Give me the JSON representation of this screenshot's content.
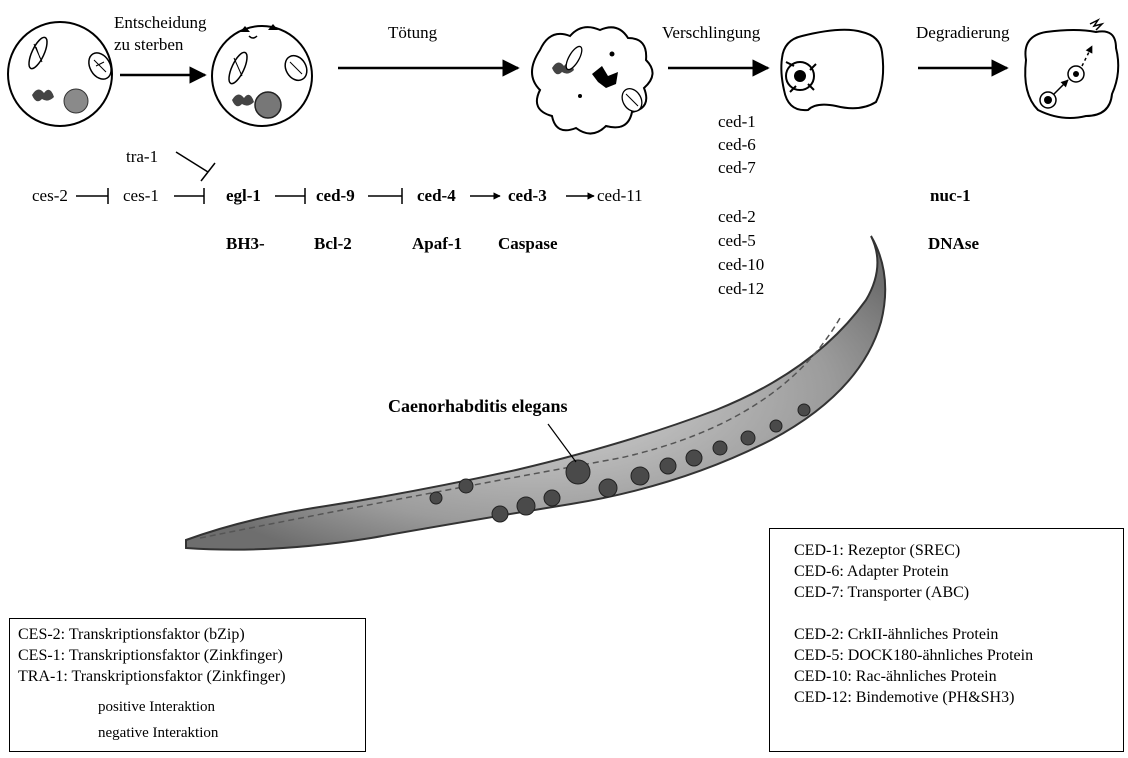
{
  "stages": {
    "decision_line1": "Entscheidung",
    "decision_line2": "zu sterben",
    "killing": "Tötung",
    "engulfment": "Verschlingung",
    "degradation": "Degradierung"
  },
  "pathway": {
    "ces2": "ces-2",
    "ces1": "ces-1",
    "tra1": "tra-1",
    "egl1": "egl-1",
    "ced9": "ced-9",
    "ced4": "ced-4",
    "ced3": "ced-3",
    "ced11": "ced-11",
    "nuc1": "nuc-1"
  },
  "protein_families": {
    "egl1": "BH3-",
    "ced9": "Bcl-2",
    "ced4": "Apaf-1",
    "ced3": "Caspase",
    "nuc1": "DNAse"
  },
  "engulfment_genes": {
    "group1": [
      "ced-1",
      "ced-6",
      "ced-7"
    ],
    "group2": [
      "ced-2",
      "ced-5",
      "ced-10",
      "ced-12"
    ]
  },
  "organism_label": "Caenorhabditis elegans",
  "legend_left": {
    "lines": [
      "CES-2: Transkriptionsfaktor (bZip)",
      "CES-1: Transkriptionsfaktor (Zinkfinger)",
      "TRA-1: Transkriptionsfaktor (Zinkfinger)"
    ],
    "positive": "positive Interaktion",
    "negative": "negative Interaktion"
  },
  "legend_right": {
    "group1": [
      "CED-1:  Rezeptor (SREC)",
      "CED-6:  Adapter Protein",
      "CED-7:  Transporter (ABC)"
    ],
    "group2": [
      "CED-2:   CrkII-ähnliches Protein",
      "CED-5:   DOCK180-ähnliches Protein",
      "CED-10: Rac-ähnliches Protein",
      "CED-12: Bindemotive (PH&SH3)"
    ]
  }
}
